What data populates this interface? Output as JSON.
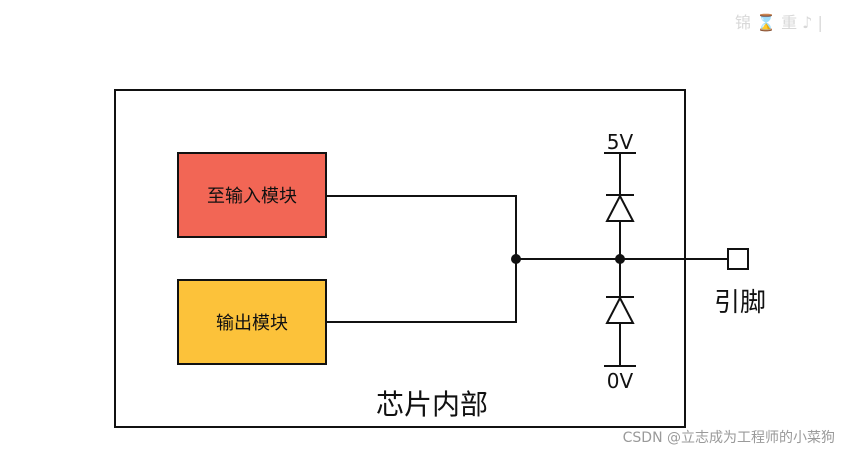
{
  "diagram": {
    "chip_label": "芯片内部",
    "input_block_label": "至输入模块",
    "output_block_label": "输出模块",
    "pin_label": "引脚",
    "vcc_label": "5V",
    "gnd_label": "0V"
  },
  "colors": {
    "input_block": "#f26655",
    "output_block": "#fcc23a",
    "line": "#111111"
  },
  "watermark": {
    "text": "CSDN @立志成为工程师的小菜狗",
    "corner_text": "锦 ⌛ 重 ♪ |"
  }
}
